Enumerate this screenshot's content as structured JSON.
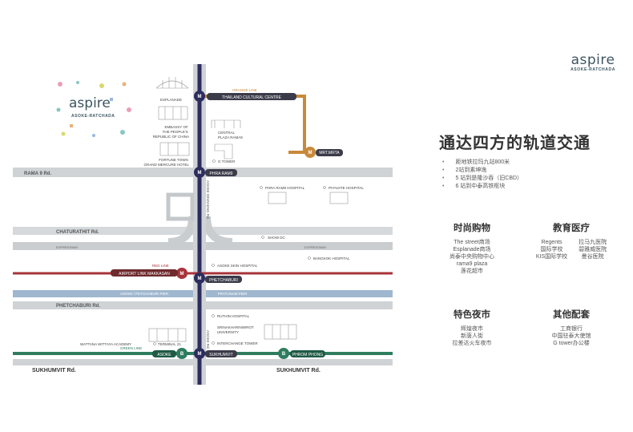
{
  "brand": {
    "name": "aspire",
    "sub": "ASOKE-RATCHADA"
  },
  "headline": "通达四方的轨道交通",
  "bullets": [
    "距地铁拉玛九站800米",
    "2站到素坤逸",
    "5 站到是隆沙吞（旧CBD）",
    "6 站到中泰高铁枢块"
  ],
  "categories": {
    "shopping": {
      "title": "时尚购物",
      "items": [
        "The street商场",
        "Esplanade商场",
        "尚泰中央购物中心",
        "rama9 plaza",
        "莲花超市"
      ]
    },
    "education": {
      "title": "教育医疗",
      "col1": [
        "Regents",
        "国际学校",
        "KIS国际学校"
      ],
      "col2": [
        "拉马九医院",
        "碧雅威医院",
        "曼谷医院"
      ]
    },
    "night": {
      "title": "特色夜市",
      "items": [
        "辉煌夜市",
        "新唐人街",
        "拉差达火车夜市"
      ]
    },
    "other": {
      "title": "其他配套",
      "items": [
        "工商银行",
        "中国驻泰大使馆",
        "G tower办公楼"
      ]
    }
  },
  "map": {
    "roads": {
      "rama9": "RAMA 9 Rd.",
      "chaturathit": "CHATURATHIT Rd.",
      "phetchaburi": "PHETCHABURI Rd.",
      "sukhumvit_left": "SUKHUMVIT Rd.",
      "sukhumvit_right": "SUKHUMVIT Rd.",
      "expressway_left": "EXPRESSWAY",
      "expressway_right": "EXPRESSWAY",
      "asoke_dindaeng": "ASOKE DINDAENG Rd.",
      "asoke": "ASOKE Rd."
    },
    "stations": {
      "esplanade": "ESPLANADE",
      "rama9": "PHRA RAM9",
      "phetchaburi": "PHETCHABURI",
      "sukhumvit": "SUKHUMVIT",
      "asoke": "ASOKE",
      "makkasan": "AIRPORT LINK MAKKASAN",
      "thailand_cultural": "THAILAND CULTURAL CENTRE",
      "mrt_mrta": "MRT.MRTA",
      "phrom_phong": "PHROM PHONG",
      "asoke_pier": "ASOKE / PETCHABURI PIER",
      "pratunam_pier": "PRATUNAM PIER"
    },
    "lines": {
      "orange": "ORANGE LINE",
      "red": "RED LINE",
      "green": "GREEN LINE"
    },
    "places": {
      "embassy": [
        "EMBASSY OF",
        "THE PEOPLE'S",
        "REPUBLIC OF CHINA"
      ],
      "fortune": [
        "FORTUNE TOWN",
        "GRAND MERCURE HOTEL"
      ],
      "central": [
        "CENTRAL",
        "PLAZA RAMA9"
      ],
      "gtower": "G TOWER",
      "phraram_hosp": "PHRA RAM9 HOSPITAL",
      "piyavate": "PIYAVATE HOSPITAL",
      "showdc": "SHOW DC",
      "bangkok_hosp": "BANGKOK HOSPITAL",
      "asoke_skin": "ASOKE SKIN HOSPITAL",
      "ruthin": "RUTHIN HOSPITAL",
      "swu": [
        "SRINAKHARINWIROT",
        "UNIVERSITY"
      ],
      "interchange": "INTERCHANGE TOWER",
      "wattana": "WATTANA WITTAYA ACADEMY",
      "terminal21": "TERMINAL 21"
    }
  },
  "colors": {
    "mrt": "#2c2c5e",
    "orange": "#c8893a",
    "red": "#a8343a",
    "green": "#2f7d5f",
    "road": "#cfd3d6",
    "river": "#9fb7cf"
  }
}
